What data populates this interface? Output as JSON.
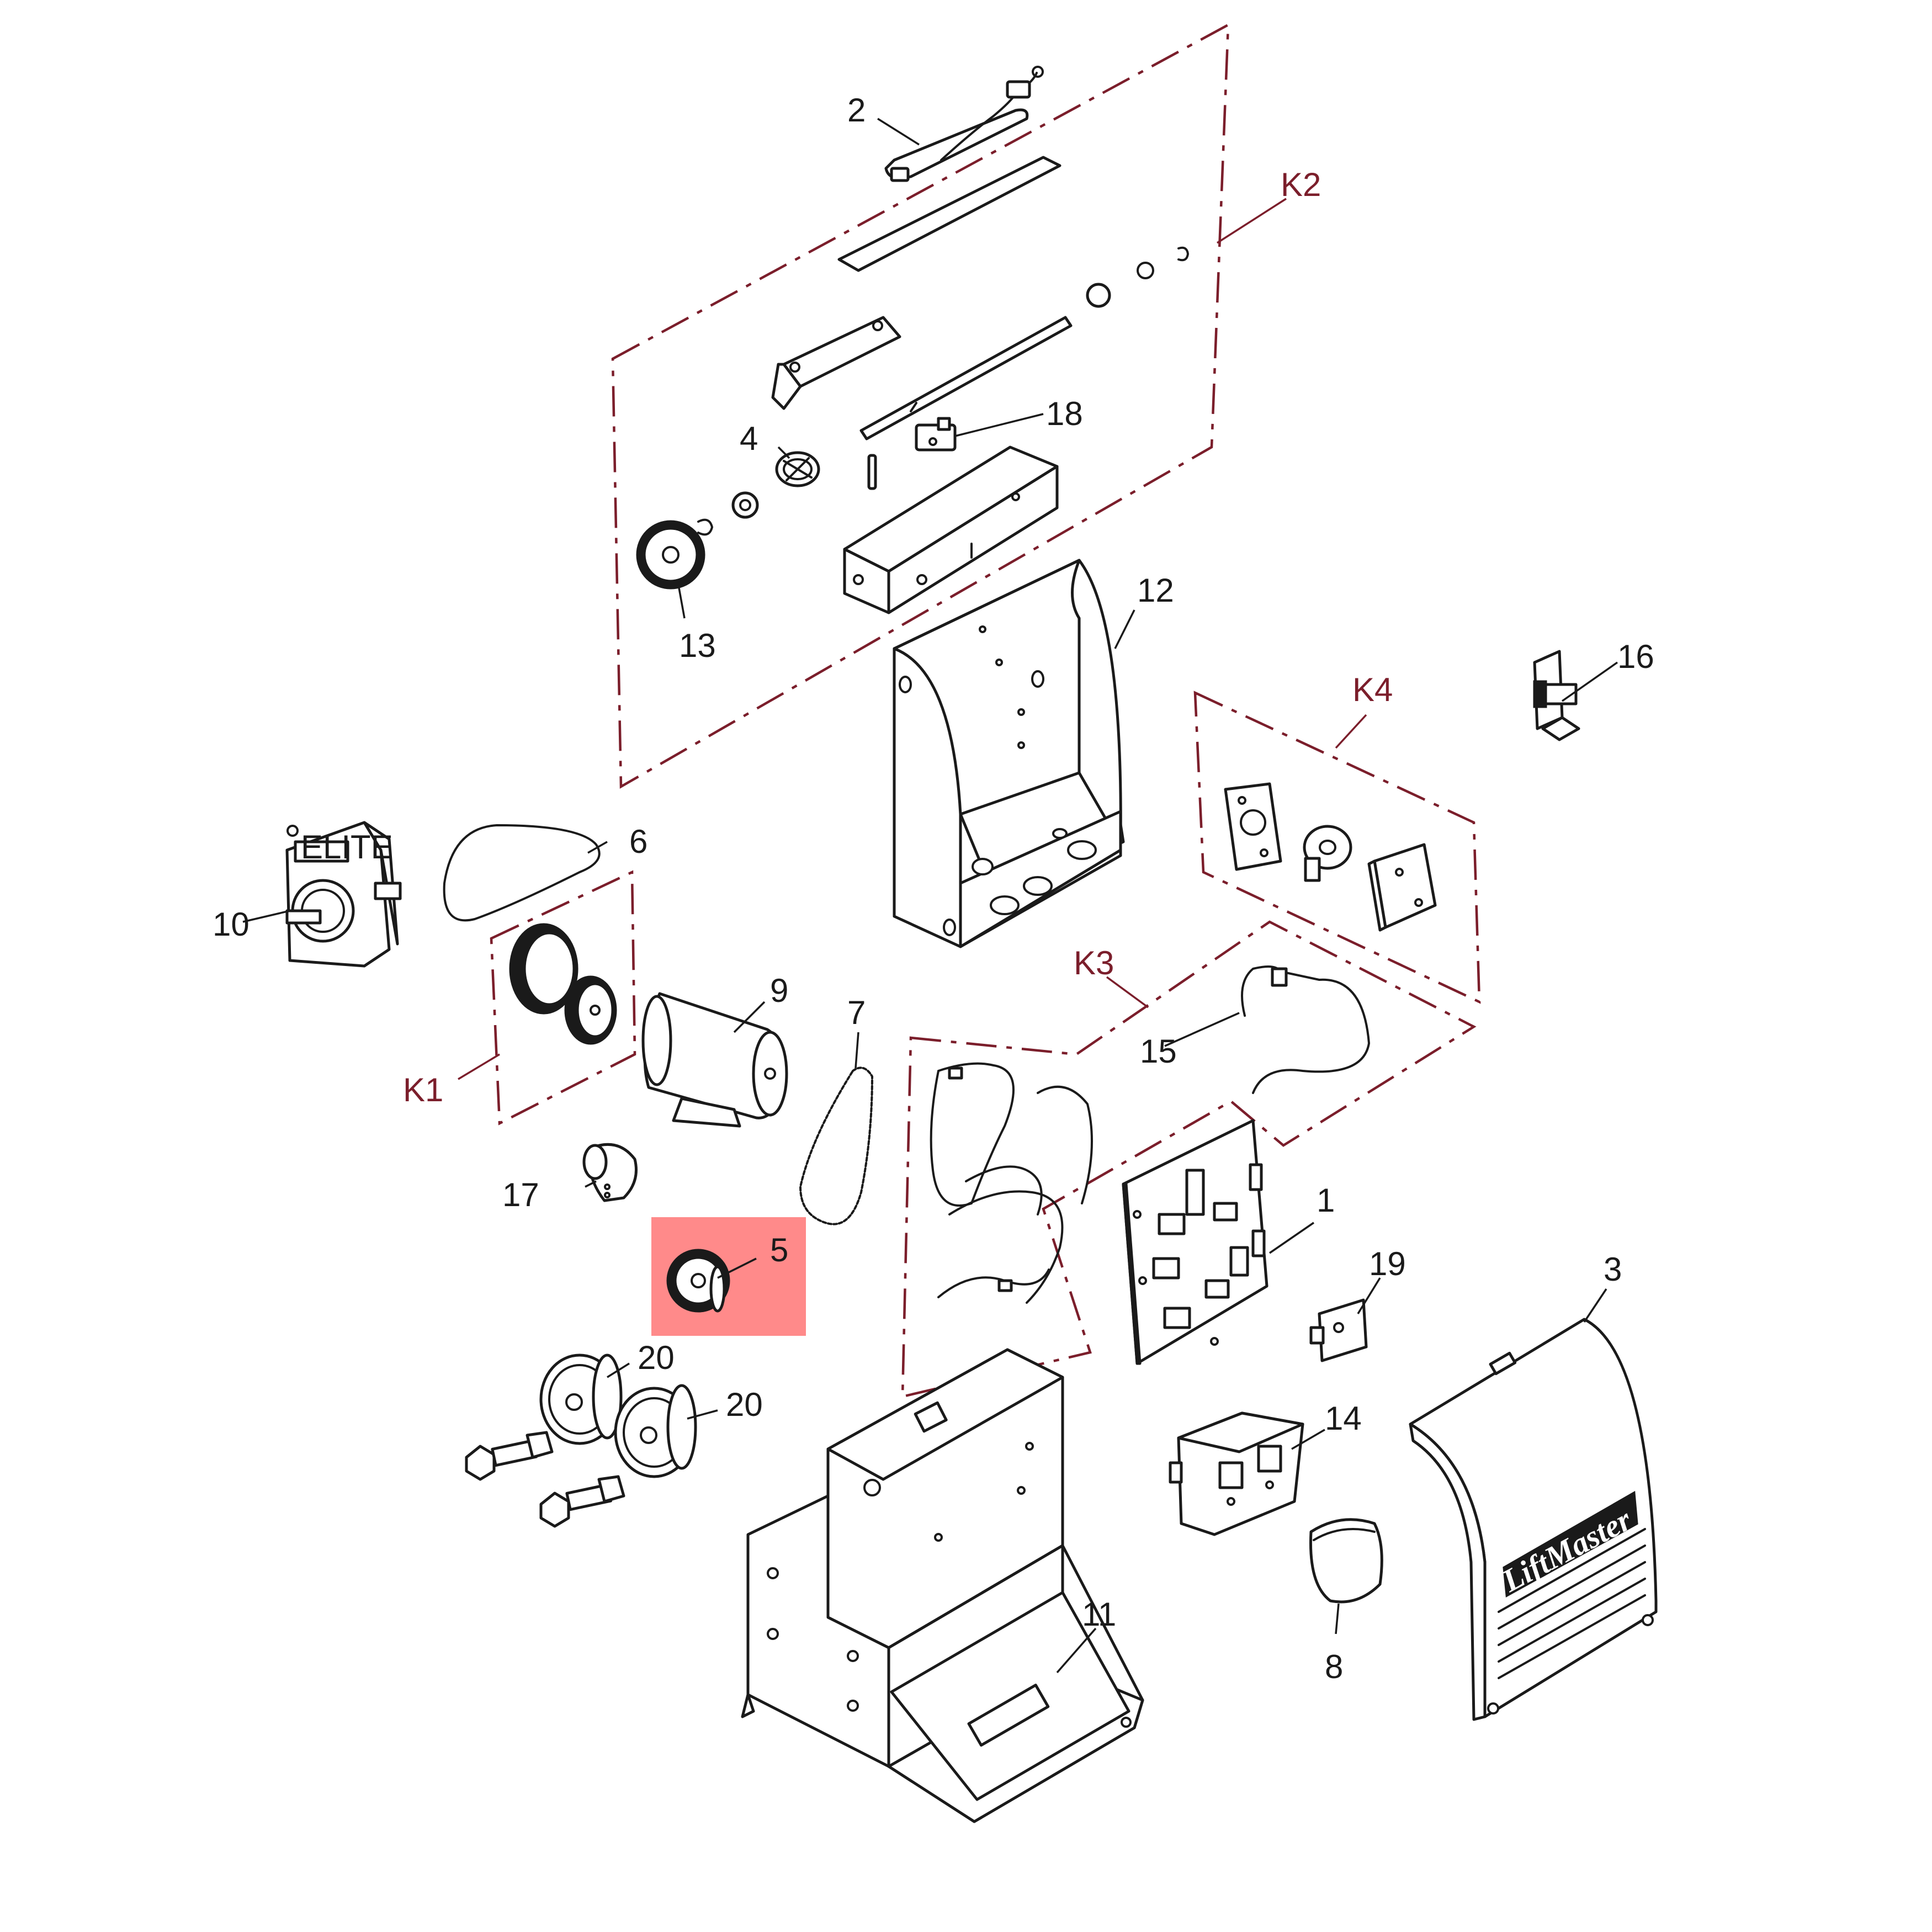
{
  "colors": {
    "kit_outline": "#7b1e2b",
    "highlight": "#ff8a8a",
    "ink": "#1a1a1a",
    "background": "#ffffff"
  },
  "callouts": {
    "p1": "1",
    "p2": "2",
    "p3": "3",
    "p4": "4",
    "p5": "5",
    "p6": "6",
    "p7": "7",
    "p8": "8",
    "p9": "9",
    "p10": "10",
    "p11": "11",
    "p12": "12",
    "p13": "13",
    "p14": "14",
    "p15": "15",
    "p16": "16",
    "p17": "17",
    "p18": "18",
    "p19": "19",
    "p20a": "20",
    "p20b": "20"
  },
  "kits": {
    "k1": "K1",
    "k2": "K2",
    "k3": "K3",
    "k4": "K4"
  },
  "highlighted_part": "5",
  "cover_brand": "LiftMaster",
  "gearbox_badge": "ELITE"
}
